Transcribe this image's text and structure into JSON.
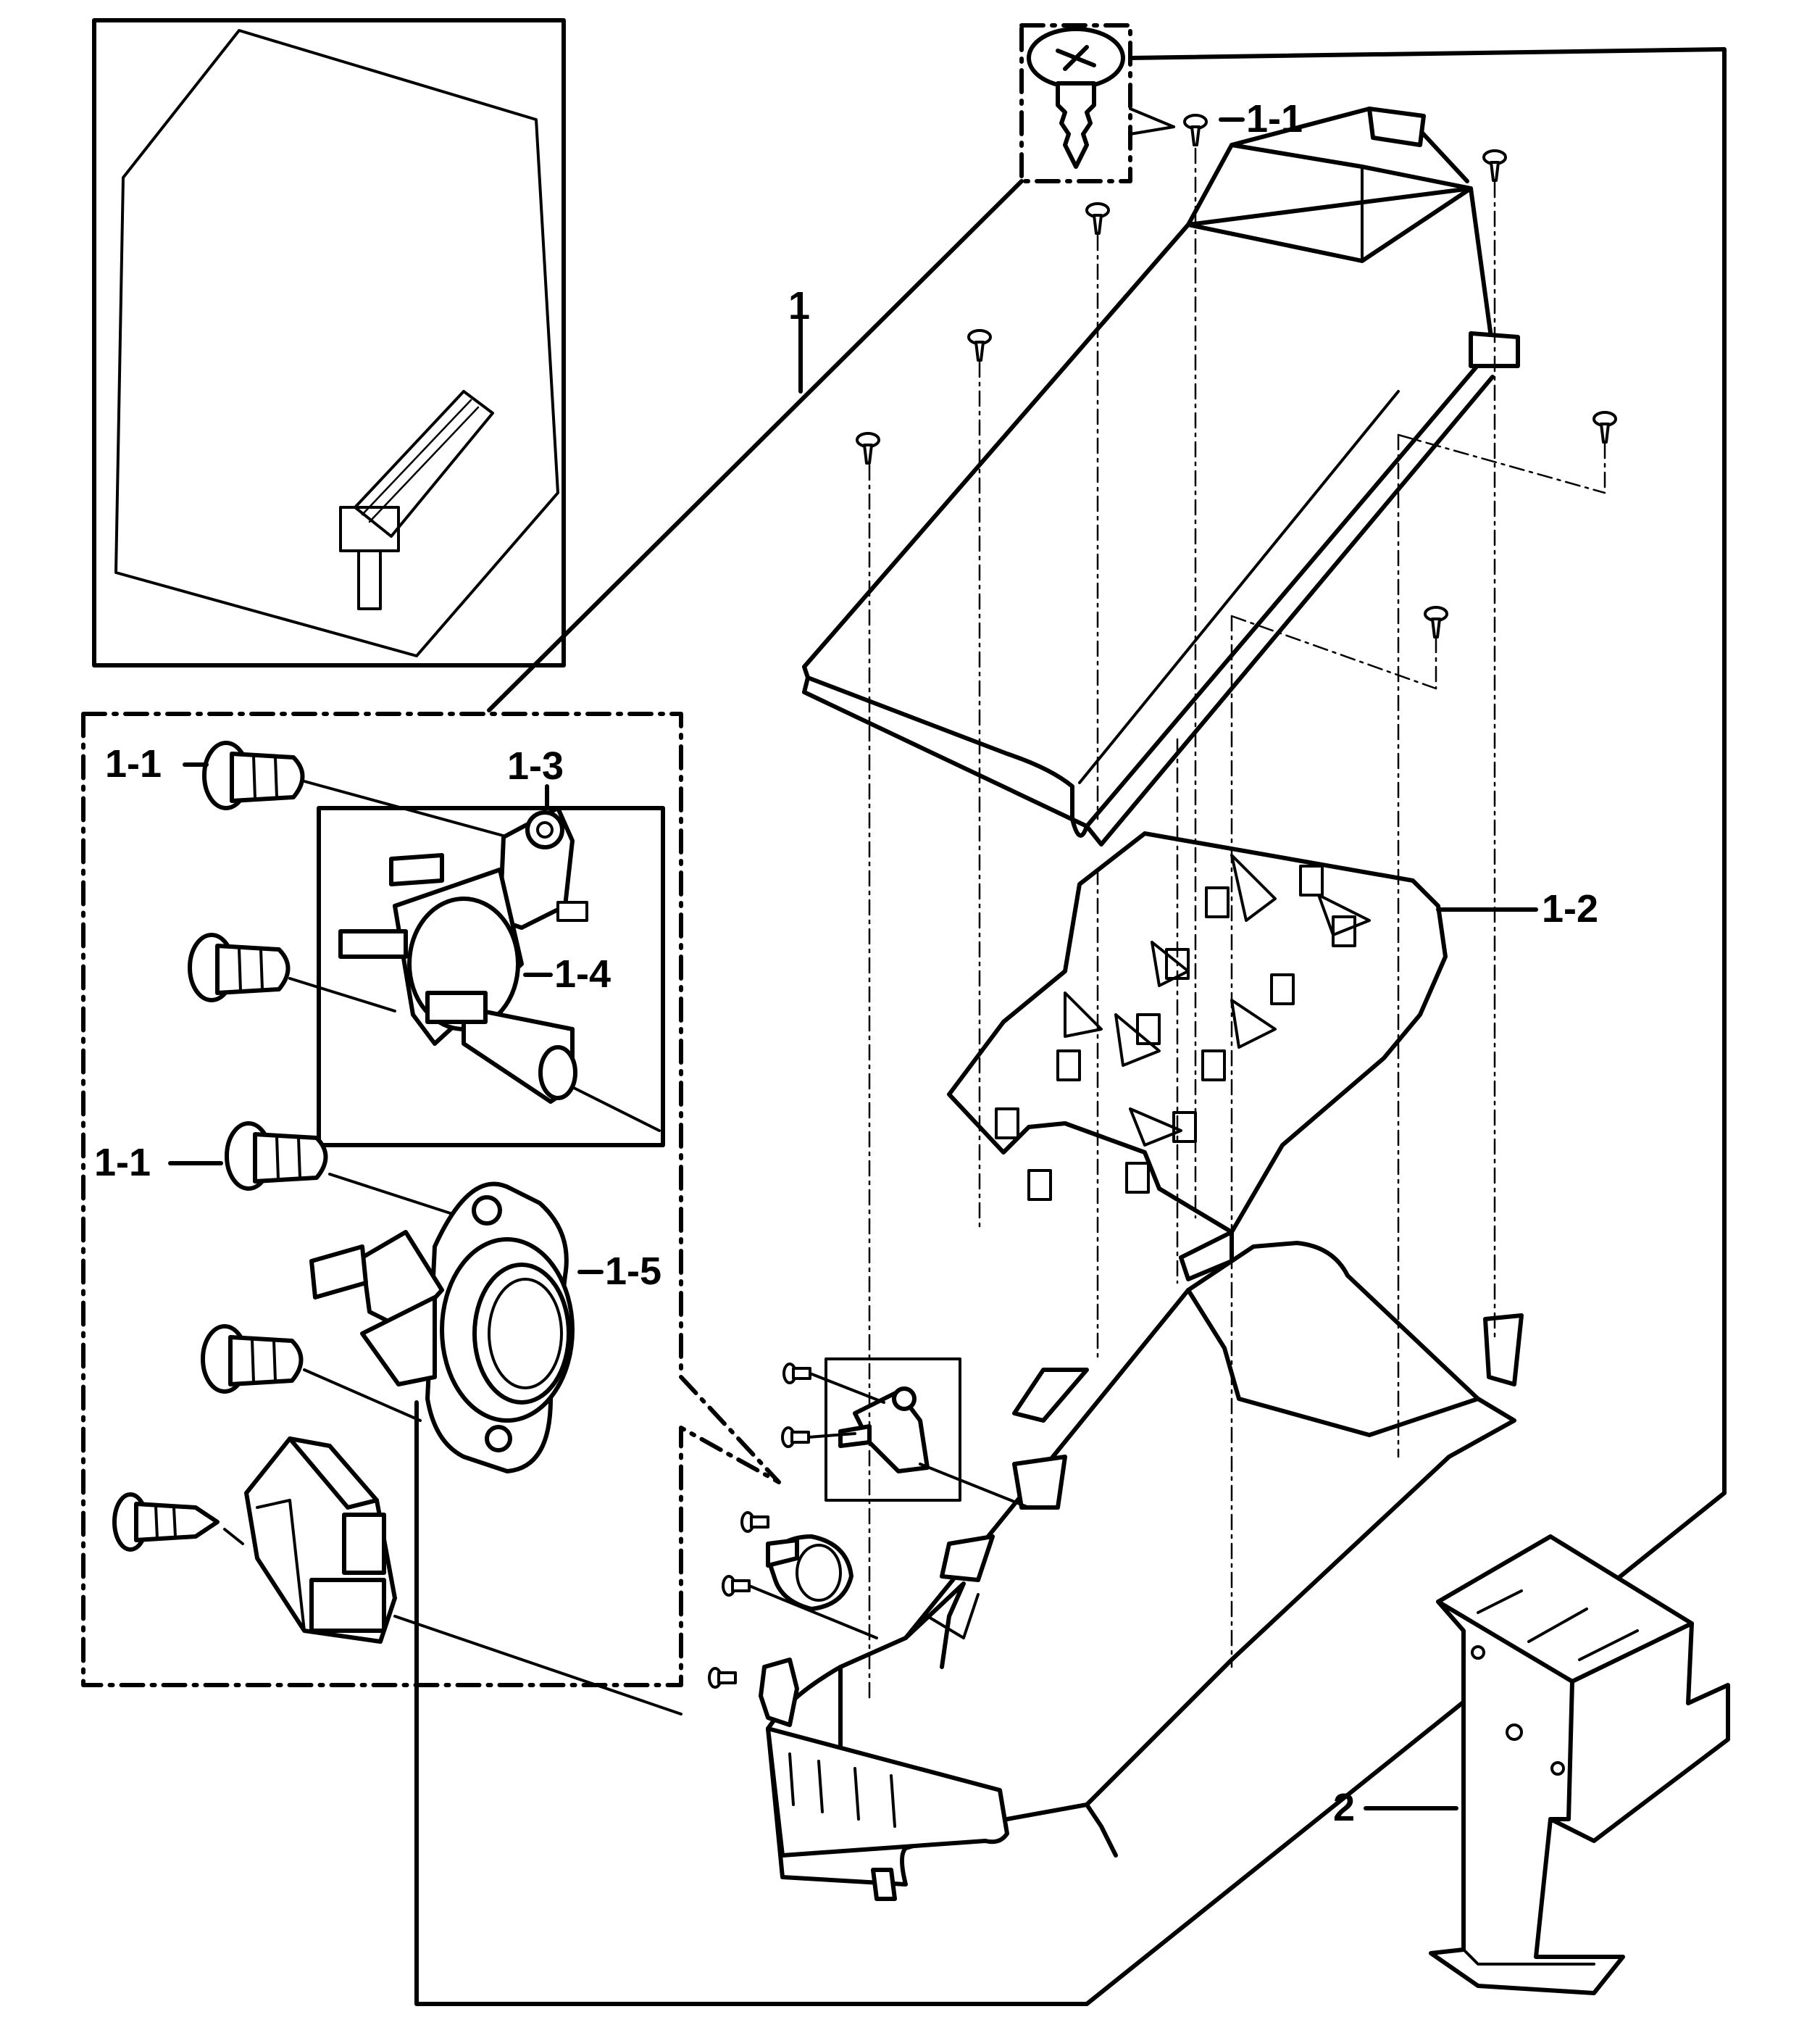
{
  "labels": {
    "assembly": "1",
    "screw_top": "1-1",
    "screw_a": "1-1",
    "screw_b": "1-1",
    "plate": "1-2",
    "bracket": "1-3",
    "thermostat_a": "1-4",
    "thermostat_b": "1-5",
    "support": "2"
  }
}
